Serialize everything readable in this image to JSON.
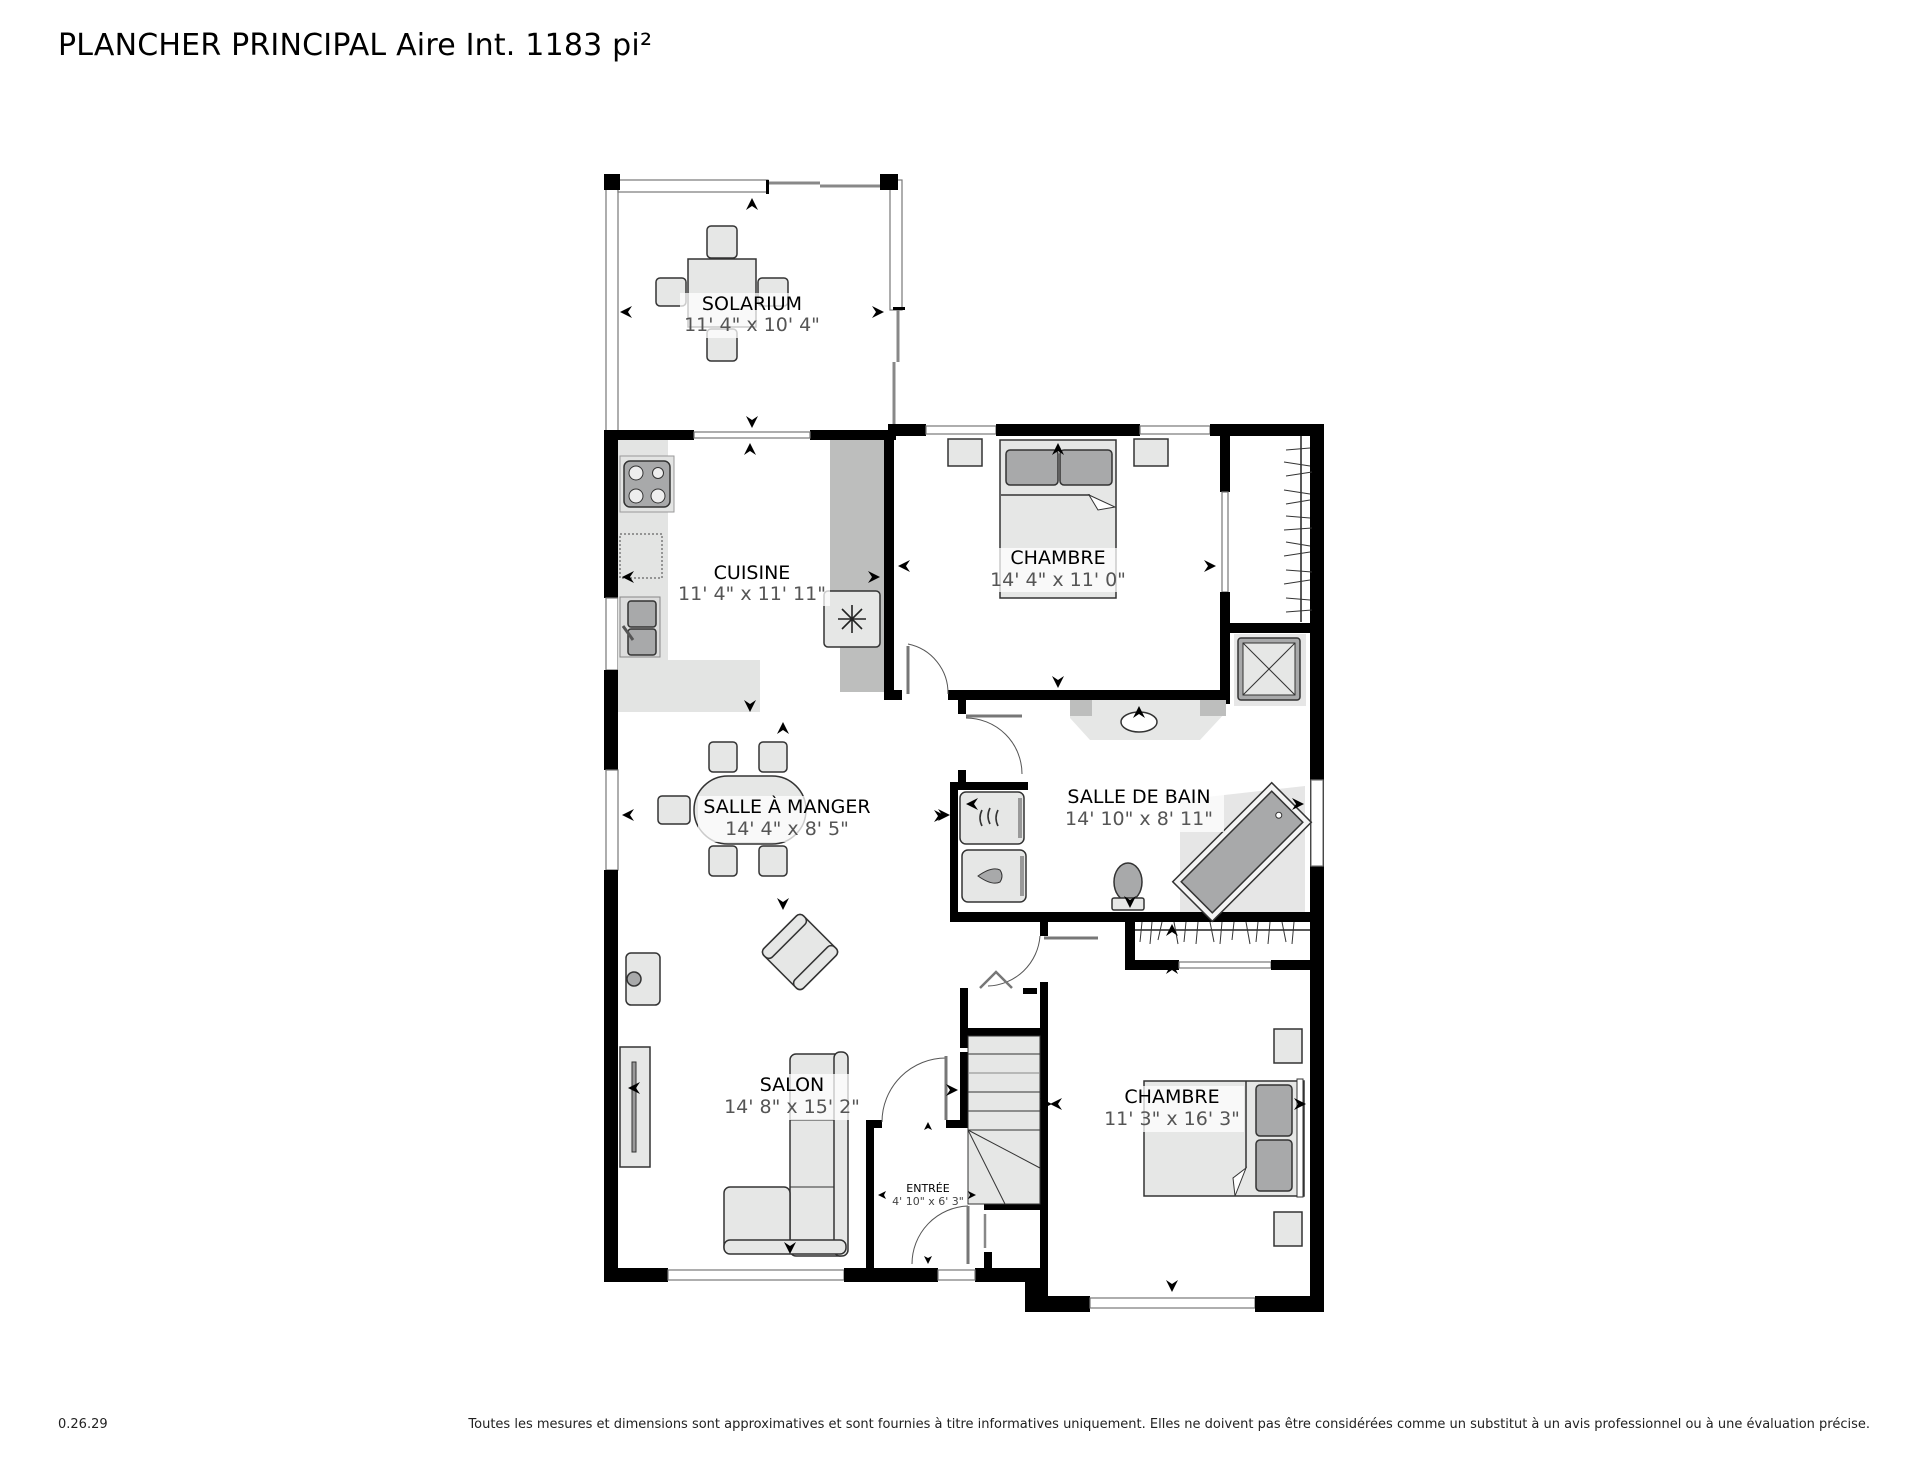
{
  "header": {
    "title": "PLANCHER PRINCIPAL Aire Int. 1183 pi²"
  },
  "rooms": [
    {
      "id": "solarium",
      "name": "SOLARIUM",
      "dims": "11' 4\" x 10' 4\""
    },
    {
      "id": "cuisine",
      "name": "CUISINE",
      "dims": "11' 4\" x 11' 11\""
    },
    {
      "id": "chambre1",
      "name": "CHAMBRE",
      "dims": "14' 4\" x 11' 0\""
    },
    {
      "id": "salle-a-manger",
      "name": "SALLE À MANGER",
      "dims": "14' 4\" x 8' 5\""
    },
    {
      "id": "salle-de-bain",
      "name": "SALLE DE BAIN",
      "dims": "14' 10\" x 8' 11\""
    },
    {
      "id": "salon",
      "name": "SALON",
      "dims": "14' 8\" x 15' 2\""
    },
    {
      "id": "chambre2",
      "name": "CHAMBRE",
      "dims": "11' 3\" x 16' 3\""
    },
    {
      "id": "entree",
      "name": "ENTRÉE",
      "dims": "4' 10\" x 6' 3\""
    }
  ],
  "fixtures": {
    "kitchen": [
      "stove-icon",
      "dishwasher-icon",
      "sink-icon",
      "refrigerator-icon"
    ],
    "bathroom": [
      "dryer-icon",
      "washer-icon",
      "vanity-sink-icon",
      "toilet-icon",
      "bathtub-icon",
      "shower-icon"
    ],
    "furniture": [
      "dining-table",
      "bed",
      "nightstand",
      "sofa",
      "armchair",
      "tv-console",
      "stairs"
    ]
  },
  "colors": {
    "wall": "#000000",
    "furniture_fill": "#e6e7e6",
    "furniture_dark": "#a8a9aa",
    "counter": "#e3e4e3",
    "counter_dark": "#bdbebd",
    "dim_text": "#555555"
  },
  "footer": {
    "version": "0.26.29",
    "disclaimer": "Toutes les mesures et dimensions sont approximatives et sont fournies à titre informatives uniquement. Elles ne doivent pas être considérées comme un substitut à un avis professionnel ou à une évaluation précise."
  }
}
